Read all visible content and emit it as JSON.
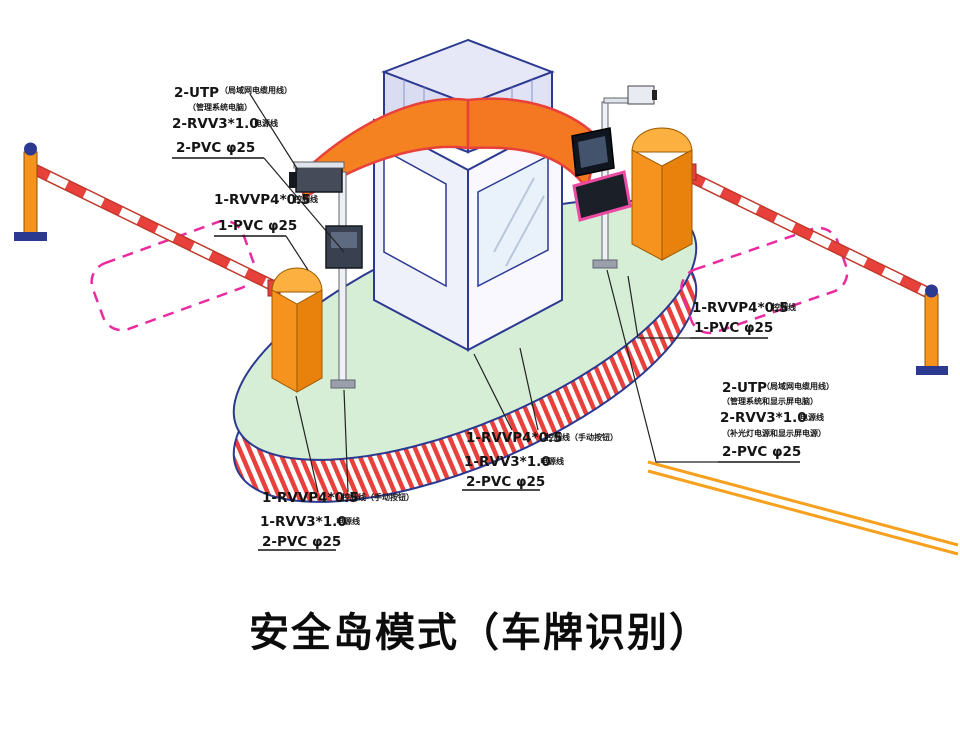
{
  "title": "安全岛模式（车牌识别）",
  "annotations": {
    "top_left": {
      "l1_main": "2-UTP",
      "l1_note": "（局域网电缆用线）",
      "l2_note": "（管理系统电脑）",
      "l3_main": "2-RVV3*1.0",
      "l3_note": "电源线",
      "l4_main": "2-PVC φ25"
    },
    "left_mid": {
      "l1_main": "1-RVVP4*0.5",
      "l1_note": "控制线",
      "l2_main": "1-PVC φ25"
    },
    "right_mid": {
      "l1_main": "1-RVVP4*0.5",
      "l1_note": "控制线",
      "l2_main": "1-PVC φ25"
    },
    "right_lower": {
      "l1_main": "2-UTP",
      "l1_note": "（局域网电缆用线）",
      "l2_note": "（管理系统和显示屏电脑）",
      "l3_main": "2-RVV3*1.0",
      "l3_note": "电源线",
      "l4_note": "（补光灯电源和显示屏电源）",
      "l5_main": "2-PVC φ25"
    },
    "center_bottom": {
      "l1_main": "1-RVVP4*0.5",
      "l1_note": "控制线（手动按钮）",
      "l2_main": "1-RVV3*1.0",
      "l2_note": "电源线",
      "l3_main": "2-PVC φ25"
    },
    "left_bottom": {
      "l1_main": "1-RVVP4*0.5",
      "l1_note": "控制线（手动按钮）",
      "l2_main": "1-RVV3*1.0",
      "l2_note": "电源线",
      "l3_main": "2-PVC φ25"
    }
  },
  "colors": {
    "blue_outline": "#2b3990",
    "orange": "#f58220",
    "orange_dark": "#e8820c",
    "red": "#e8413c",
    "green_island": "#d6eed6",
    "magenta": "#ec2aa0",
    "lavender": "#e0e1f5",
    "yellow_line": "#f7a01d"
  }
}
